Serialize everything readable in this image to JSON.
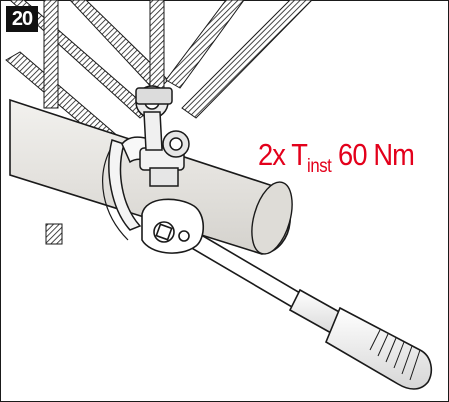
{
  "step": {
    "number": "20"
  },
  "annotation": {
    "count": "2x",
    "symbol": "T",
    "subscript": "inst",
    "value": "60 Nm"
  },
  "colors": {
    "annotation": "#e3001b",
    "badge": "#111111",
    "pipe": "#e8e6e2",
    "line": "#1a1a1a"
  },
  "icons": [
    "torque-wrench-icon",
    "pipe-clamp-icon",
    "threaded-rod-icon"
  ]
}
